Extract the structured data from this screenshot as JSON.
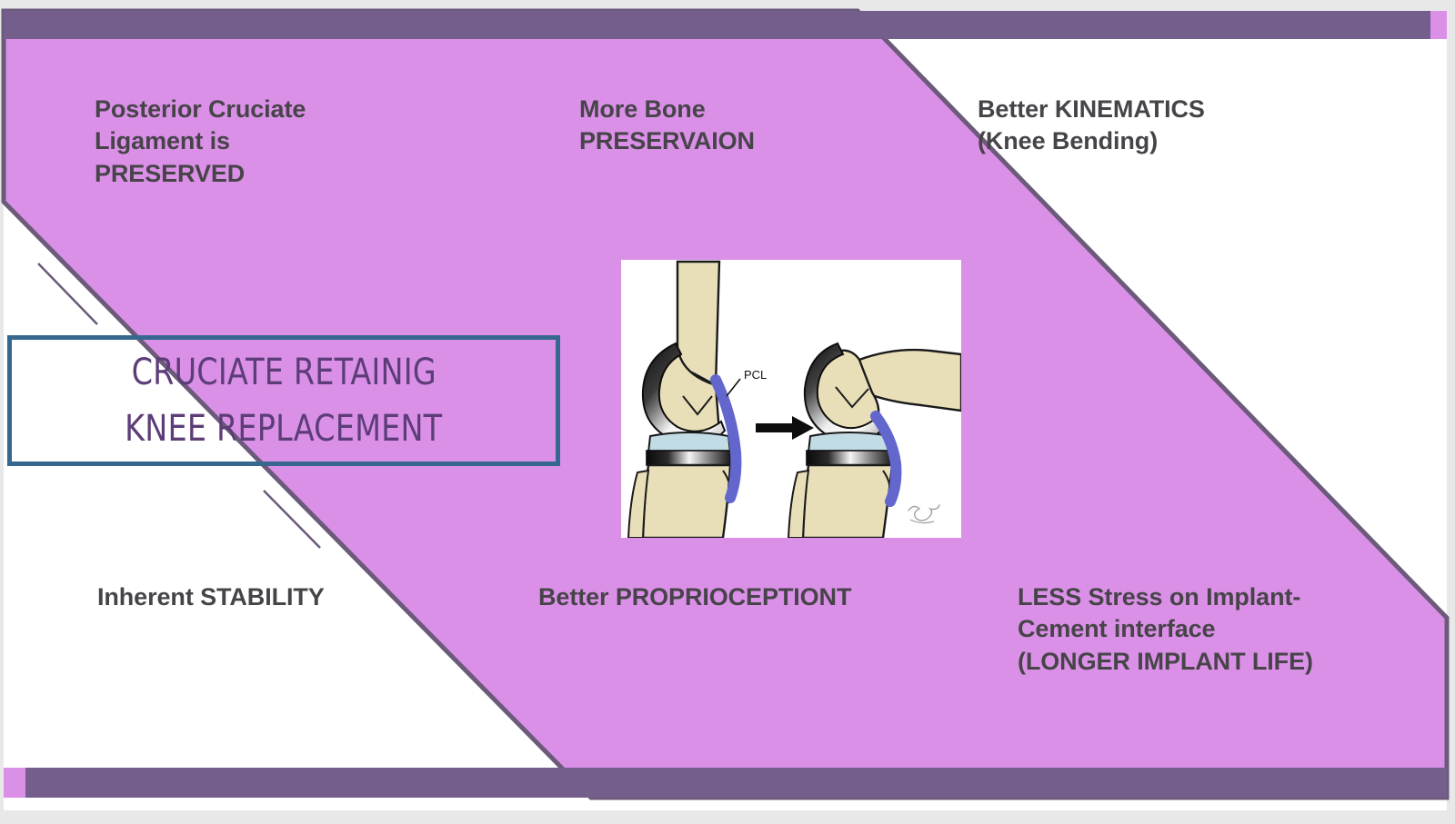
{
  "slide": {
    "title_lines": [
      "CRUCIATE RETAINIG",
      "KNEE REPLACEMENT"
    ],
    "callouts": [
      {
        "id": "pcl-preserved",
        "text": "Posterior Cruciate\nLigament is\nPRESERVED"
      },
      {
        "id": "bone-preservation",
        "text": "More Bone\nPRESERVAION"
      },
      {
        "id": "kinematics",
        "text": "Better KINEMATICS\n(Knee Bending)"
      },
      {
        "id": "stability",
        "text": "Inherent STABILITY"
      },
      {
        "id": "proprioception",
        "text": "Better PROPRIOCEPTIONT"
      },
      {
        "id": "implant-stress",
        "text": "LESS Stress on Implant-\nCement interface\n(LONGER IMPLANT LIFE)"
      }
    ],
    "figure": {
      "name": "knee-prosthesis-flexion-diagram",
      "ligament_label": "PCL",
      "artist_signature": "signature-mark"
    },
    "colors": {
      "band_pink": "#DB90E8",
      "bar_purple": "#745E8C",
      "band_outline": "#6B5A7A",
      "title_border": "#35678F",
      "title_text": "#5C3D78",
      "callout_text": "#474449",
      "ligament_blue": "#6B6FD4",
      "bone_tan": "#E8DFB8",
      "tibial_insert": "#C2DCE6",
      "canvas_white": "#FFFFFF"
    }
  }
}
